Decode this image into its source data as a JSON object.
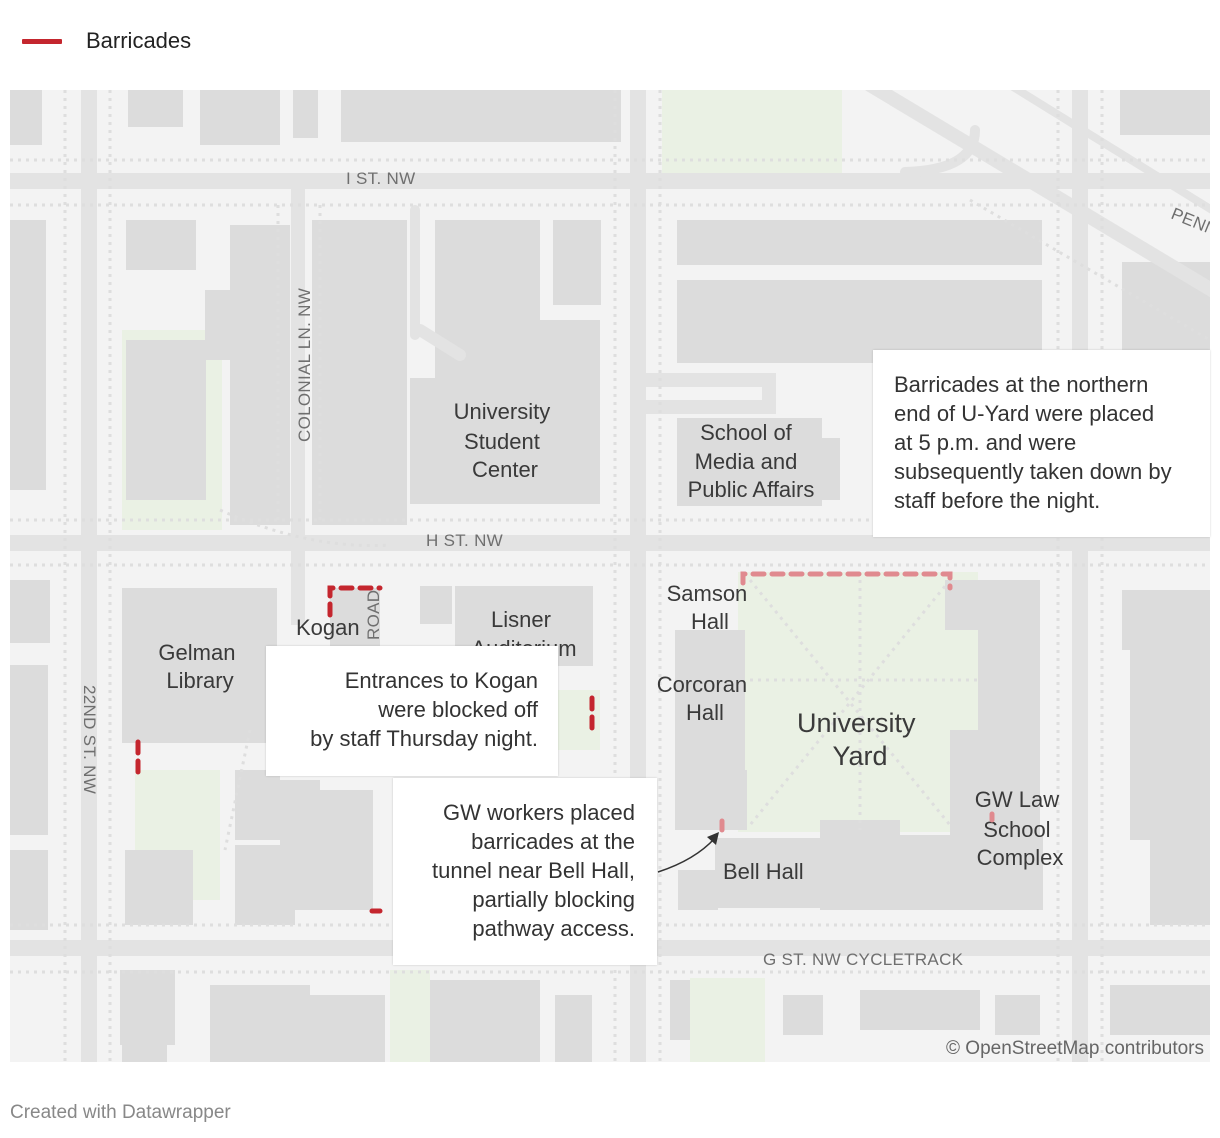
{
  "legend": {
    "label": "Barricades",
    "color": "#c4262e"
  },
  "streets": {
    "i_st": "I ST. NW",
    "h_st": "H ST. NW",
    "g_st": "G ST. NW CYCLETRACK",
    "colonial": "COLONIAL LN. NW",
    "nd22": "22ND ST. NW",
    "road": "ROAD",
    "penn": "PENN"
  },
  "buildings": {
    "student_center": [
      "University",
      "Student",
      "Center"
    ],
    "smpa": [
      "School of",
      "Media and",
      "Public Affairs"
    ],
    "samson": [
      "Samson",
      "Hall"
    ],
    "corcoran": [
      "Corcoran",
      "Hall"
    ],
    "gelman": [
      "Gelman",
      "Library"
    ],
    "kogan": "Kogan",
    "lisner": [
      "Lisner",
      "Auditorium"
    ],
    "yard": [
      "University",
      "Yard"
    ],
    "law": [
      "GW Law",
      "School",
      "Complex"
    ],
    "bell": "Bell Hall"
  },
  "callouts": {
    "uyard": [
      "Barricades at the northern",
      "end of U-Yard were placed",
      "at 5 p.m. and were",
      "subsequently taken down by",
      "staff before the night."
    ],
    "kogan": [
      "Entrances to Kogan",
      "were blocked off",
      "by staff Thursday night."
    ],
    "bell": [
      "GW workers placed",
      "barricades at the",
      "tunnel near Bell Hall,",
      "partially blocking",
      "pathway access."
    ]
  },
  "attribution": "© OpenStreetMap contributors",
  "footer": "Created with Datawrapper",
  "colors": {
    "barricade": "#c4262e",
    "barricade_faded": "#e08a8f",
    "street": "#e3e3e3",
    "building": "#dcdcdc",
    "green": "#eaf1e4",
    "base": "#f3f3f3"
  }
}
